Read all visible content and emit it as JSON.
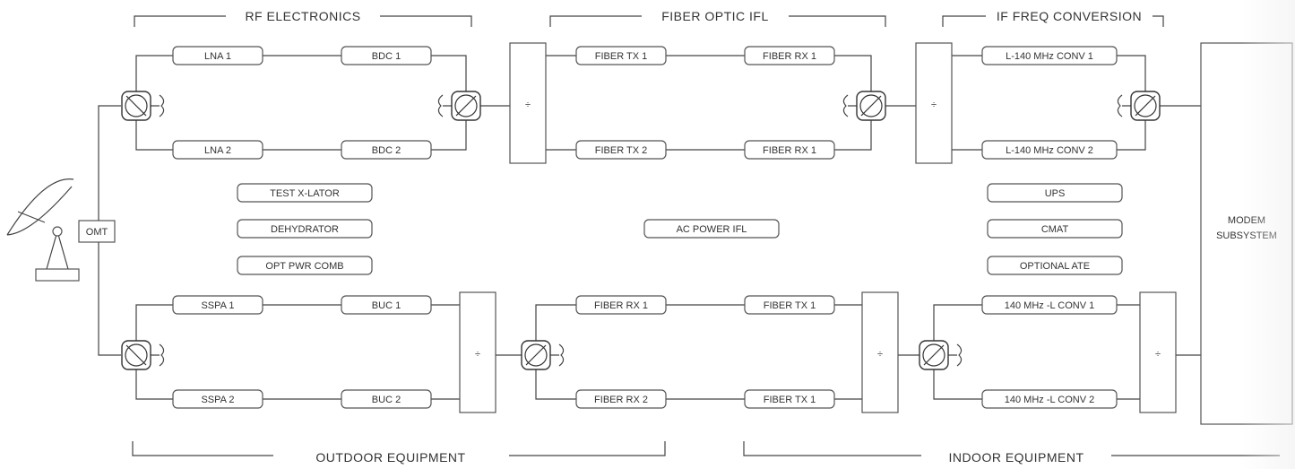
{
  "headers": {
    "rf_electronics": "RF ELECTRONICS",
    "fiber_optic_ifl": "FIBER OPTIC IFL",
    "if_freq_conversion": "IF FREQ CONVERSION",
    "outdoor_equipment": "OUTDOOR EQUIPMENT",
    "indoor_equipment": "INDOOR EQUIPMENT"
  },
  "antenna": {
    "omt": "OMT"
  },
  "receive": {
    "lna1": "LNA 1",
    "lna2": "LNA 2",
    "bdc1": "BDC 1",
    "bdc2": "BDC 2",
    "fiber_tx1": "FIBER TX 1",
    "fiber_tx2": "FIBER TX 2",
    "fiber_rx1_top": "FIBER RX 1",
    "fiber_rx1_bottom": "FIBER RX 1",
    "conv1": "L-140 MHz CONV 1",
    "conv2": "L-140 MHz CONV 2"
  },
  "transmit": {
    "sspa1": "SSPA 1",
    "sspa2": "SSPA 2",
    "buc1": "BUC 1",
    "buc2": "BUC 2",
    "fiber_rx1": "FIBER RX 1",
    "fiber_rx2": "FIBER RX 2",
    "fiber_tx1_top": "FIBER TX 1",
    "fiber_tx1_bottom": "FIBER TX 1",
    "conv1": "140 MHz -L CONV 1",
    "conv2": "140 MHz -L CONV 2"
  },
  "support": {
    "test_xlator": "TEST X-LATOR",
    "dehydrator": "DEHYDRATOR",
    "opt_pwr_comb": "OPT PWR COMB",
    "ac_power_ifl": "AC POWER IFL",
    "ups": "UPS",
    "cmat": "CMAT",
    "optional_ate": "OPTIONAL ATE"
  },
  "modem": {
    "line1": "MODEM",
    "line2": "SUBSYSTEM"
  },
  "divider_symbol": "÷"
}
